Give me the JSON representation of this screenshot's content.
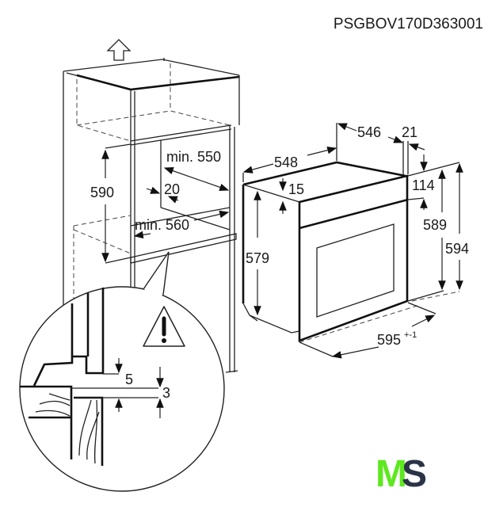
{
  "title": "PSGBOV170D363001",
  "niche": {
    "height": "590",
    "depth_min": "min. 550",
    "width_min": "min. 560",
    "gap": "20"
  },
  "oven": {
    "depth_total": "548",
    "depth_body": "546",
    "front_thickness": "21",
    "top_offset": "15",
    "panel_height": "114",
    "side_height": "579",
    "front_height_inner": "589",
    "front_height": "594",
    "width": "595",
    "width_tolerance": "+-1"
  },
  "detail": {
    "gap_top": "5",
    "gap_bottom": "3",
    "warning_icon": "warning-triangle-icon"
  },
  "logo": {
    "text_m": "M",
    "text_s": "S",
    "color_m": "#5ee81f",
    "color_s": "#2a3446"
  }
}
